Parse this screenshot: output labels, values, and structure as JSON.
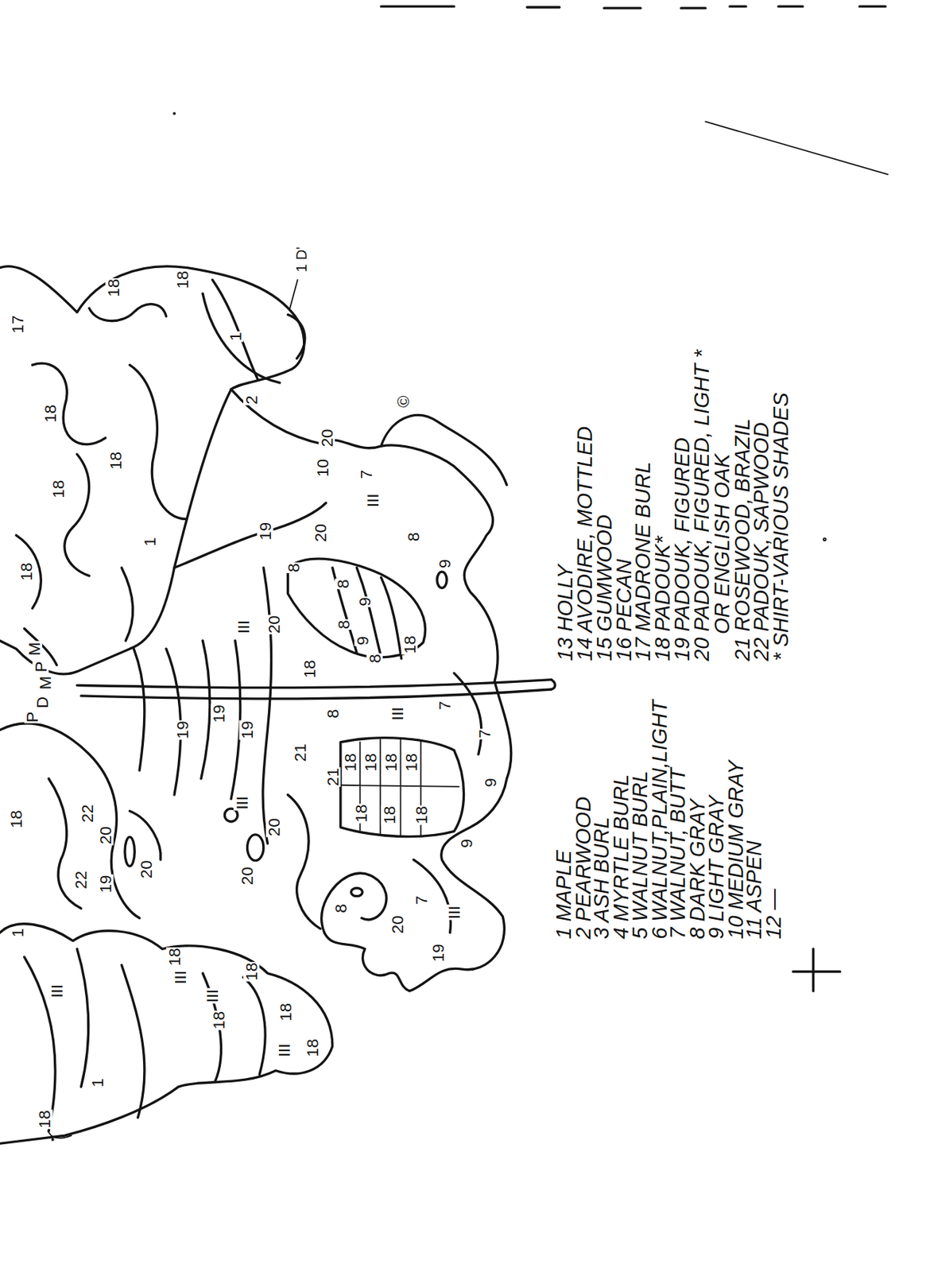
{
  "diagram": {
    "labels": [
      "1 D'",
      "©",
      "17",
      "18",
      "18",
      "18",
      "18",
      "18",
      "18",
      "1",
      "2",
      "1",
      "10",
      "20",
      "19",
      "7",
      "III",
      "8",
      "9",
      "20",
      "8",
      "8",
      "9",
      "8",
      "9",
      "18",
      "8",
      "III",
      "7",
      "7",
      "9",
      "III",
      "20",
      "18",
      "8",
      "19",
      "19",
      "19",
      "III",
      "21",
      "21",
      "18",
      "18",
      "18",
      "18",
      "18",
      "18",
      "18",
      "9",
      "19",
      "7",
      "III",
      "20",
      "8",
      "20",
      "20",
      "20",
      "20",
      "19",
      "22",
      "22",
      "18",
      "1",
      "18",
      "III",
      "18",
      "III",
      "18",
      "18",
      "III",
      "18",
      "1",
      "III",
      "18",
      "M",
      "P",
      "M",
      "D",
      "P"
    ],
    "legend": [
      {
        "text": "1 MAPLE"
      },
      {
        "text": "2 PEARWOOD"
      },
      {
        "text": "3 ASH BURL"
      },
      {
        "text": "4 MYRTLE BURL"
      },
      {
        "text": "5 WALNUT BURL"
      },
      {
        "text": "6 WALNUT,PLAIN,LIGHT"
      },
      {
        "text": "7 WALNUT, BUTT"
      },
      {
        "text": "8 DARK GRAY"
      },
      {
        "text": "9 LIGHT GRAY"
      },
      {
        "text": "10 MEDIUM GRAY"
      },
      {
        "text": "11 ASPEN"
      },
      {
        "text": "12 —"
      },
      {
        "text": "13 HOLLY"
      },
      {
        "text": "14 AVODIRE, MOTTLED"
      },
      {
        "text": "15 GUMWOOD"
      },
      {
        "text": "16 PECAN"
      },
      {
        "text": "17 MADRONE BURL"
      },
      {
        "text": "18 PADOUK*"
      },
      {
        "text": "19 PADOUK, FIGURED"
      },
      {
        "text": "20 PADOUK, FIGURED, LIGHT *"
      },
      {
        "text": "OR ENGLISH OAK"
      },
      {
        "text": "21 ROSEWOOD, BRAZIL"
      },
      {
        "text": "22 PADOUK, SAPWOOD"
      },
      {
        "text": "* SHIRT-VARIOUS SHADES"
      }
    ]
  }
}
